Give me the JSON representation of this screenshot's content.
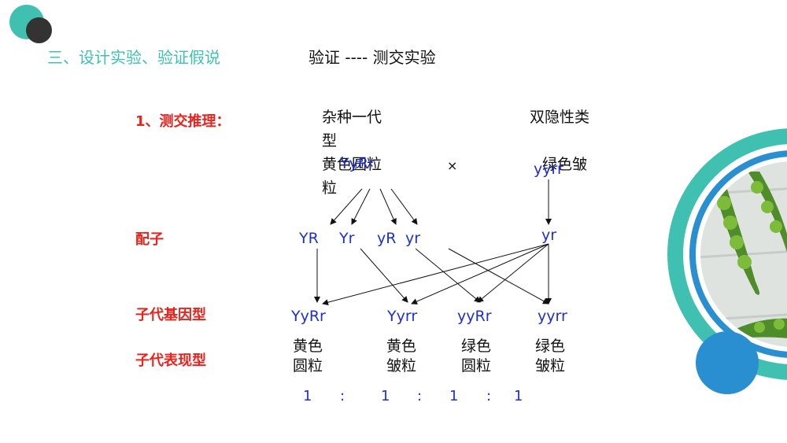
{
  "colors": {
    "accent_teal": "#3fc0b0",
    "accent_blue": "#2a8fd0",
    "dark_circle": "#333333",
    "red_label": "#e8231d",
    "genotype_blue": "#1f2fd0"
  },
  "header": {
    "section_title": "三、设计实验、验证假说",
    "subtitle": "验证 ---- 测交实验"
  },
  "labels": {
    "test_cross": "1、测交推理：",
    "gametes": "配子",
    "offspring_genotype": "子代基因型",
    "offspring_phenotype": "子代表现型"
  },
  "parents": {
    "left": {
      "line1": "杂种一代",
      "line2": "型",
      "line3": "黄色圆粒",
      "line4": "粒",
      "genotype": "YyRr"
    },
    "cross": "×",
    "right": {
      "line1": "双隐性类",
      "line3": "绿色皱",
      "genotype": "yyrr"
    }
  },
  "gametes": [
    "YR",
    "Yr",
    "yR",
    "yr"
  ],
  "right_gamete": "yr",
  "offspring": [
    {
      "genotype": "YyRr",
      "pheno1": "黄色",
      "pheno2": "圆粒"
    },
    {
      "genotype": "Yyrr",
      "pheno1": "黄色",
      "pheno2": "皱粒"
    },
    {
      "genotype": "yyRr",
      "pheno1": "绿色",
      "pheno2": "圆粒"
    },
    {
      "genotype": "yyrr",
      "pheno1": "绿色",
      "pheno2": "皱粒"
    }
  ],
  "ratio": [
    "1",
    ":",
    "1",
    ":",
    "1",
    ":",
    "1"
  ],
  "icons": [
    "decor-circle-teal",
    "decor-circle-dark",
    "pea-pod-image",
    "decor-circle-blue"
  ]
}
